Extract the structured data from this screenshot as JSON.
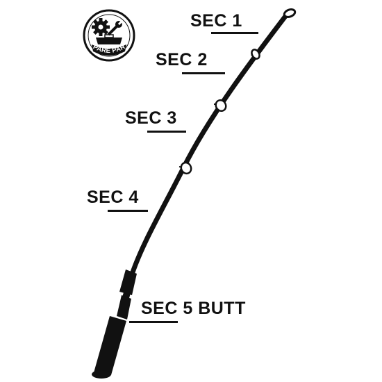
{
  "badge": {
    "text": "SPARE PART",
    "icon": "gear-wrench-toolbox-icon"
  },
  "sections": [
    {
      "id": "sec1",
      "label": "SEC 1"
    },
    {
      "id": "sec2",
      "label": "SEC 2"
    },
    {
      "id": "sec3",
      "label": "SEC 3"
    },
    {
      "id": "sec4",
      "label": "SEC 4"
    },
    {
      "id": "sec5",
      "label": "SEC 5 BUTT"
    }
  ],
  "colors": {
    "ink": "#111111",
    "background": "#ffffff"
  }
}
